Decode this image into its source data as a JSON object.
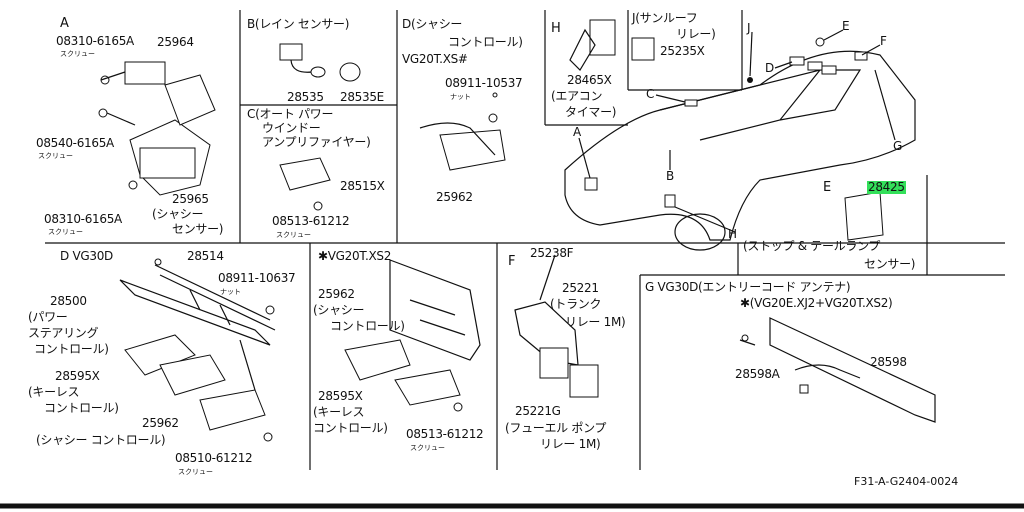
{
  "sections": {
    "a": {
      "letter": "A",
      "p1": "08310-6165A",
      "p1_note": "スクリュー",
      "p2": "25964",
      "p3": "08540-6165A",
      "p3_note": "スクリュー",
      "p4": "08310-6165A",
      "p4_note": "スクリュー",
      "p5": "25965",
      "p5_d1": "(シャシー",
      "p5_d2": "センサー)"
    },
    "b": {
      "head": "B(レイン センサー)",
      "p1": "28535",
      "p2": "28535E"
    },
    "c": {
      "head1": "C(オート パワー",
      "head2": "ウインドー",
      "head3": "アンプリファイヤー)",
      "p1": "28515X",
      "p2": "08513-61212",
      "p2_note": "スクリュー"
    },
    "d": {
      "head1": "D(シャシー",
      "head2": "コントロール)",
      "head3": "VG20T.XS#",
      "p1": "08911-10537",
      "p1_note": "ナット",
      "p2": "25962"
    },
    "h": {
      "letter": "H",
      "p1": "28465X",
      "d1": "(エアコン",
      "d2": "タイマー)"
    },
    "j": {
      "head1": "J(サンルーフ",
      "head2": "リレー)",
      "p1": "25235X"
    },
    "car": {
      "labels": [
        "J",
        "E",
        "F",
        "D",
        "C",
        "A",
        "B",
        "G",
        "H"
      ]
    },
    "e": {
      "letter": "E",
      "p1": "28425",
      "d1": "(ストップ & テールランプ",
      "d2": "センサー)"
    },
    "d2": {
      "head": "D VG30D",
      "p1": "28514",
      "p2": "08911-10637",
      "p2_note": "ナット",
      "p3": "28500",
      "p3_d1": "(パワー",
      "p3_d2": "ステアリング",
      "p3_d3": "コントロール)",
      "p4": "28595X",
      "p4_d1": "(キーレス",
      "p4_d2": "コントロール)",
      "p5": "25962",
      "p5_d": "(シャシー コントロール)",
      "p6": "08510-61212",
      "p6_note": "スクリュー"
    },
    "k": {
      "head": "✱VG20T.XS2",
      "p1": "25962",
      "p1_d1": "(シャシー",
      "p1_d2": "コントロール)",
      "p2": "28595X",
      "p2_d1": "(キーレス",
      "p2_d2": "コントロール)",
      "p3": "08513-61212",
      "p3_note": "スクリュー"
    },
    "f": {
      "letter": "F",
      "p1": "25238F",
      "p2": "25221",
      "p2_d1": "(トランク",
      "p2_d2": "リレー 1M)",
      "p3": "25221G",
      "p3_d1": "(フューエル ポンプ",
      "p3_d2": "リレー 1M)"
    },
    "g": {
      "head1": "G VG30D(エントリーコード アンテナ)",
      "head2": "✱(VG20E.XJ2+VG20T.XS2)",
      "p1": "28598A",
      "p2": "28598"
    }
  },
  "ref": "F31-A-G2404-0024",
  "colors": {
    "highlight": "#33e05a",
    "ink": "#111111"
  }
}
